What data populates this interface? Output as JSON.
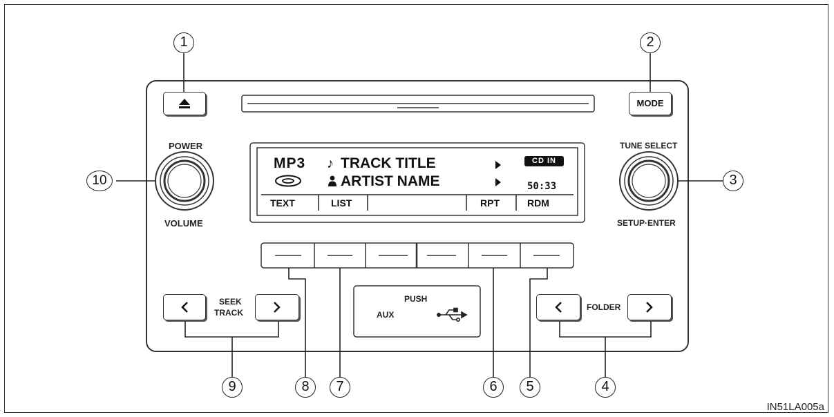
{
  "callouts": [
    "1",
    "2",
    "3",
    "4",
    "5",
    "6",
    "7",
    "8",
    "9",
    "10"
  ],
  "labels": {
    "power": "POWER",
    "volume": "VOLUME",
    "tune_select": "TUNE SELECT",
    "setup_enter": "SETUP·ENTER",
    "mode": "MODE",
    "seek": "SEEK",
    "track": "TRACK",
    "folder": "FOLDER",
    "push": "PUSH",
    "aux": "AUX"
  },
  "icons": {
    "eject": "eject-icon",
    "usb": "usb-icon",
    "note": "music-note-icon",
    "person": "person-icon",
    "disc": "disc-icon",
    "arrow_left": "chevron-left-icon",
    "arrow_right": "chevron-right-icon"
  },
  "display": {
    "format": "MP3",
    "track_title": "TRACK TITLE",
    "artist_name": "ARTIST NAME",
    "cd_in": "CD IN",
    "time": "50:33",
    "softkeys": [
      "TEXT",
      "LIST",
      "RPT",
      "RDM"
    ]
  },
  "caption": "IN51LA005a"
}
